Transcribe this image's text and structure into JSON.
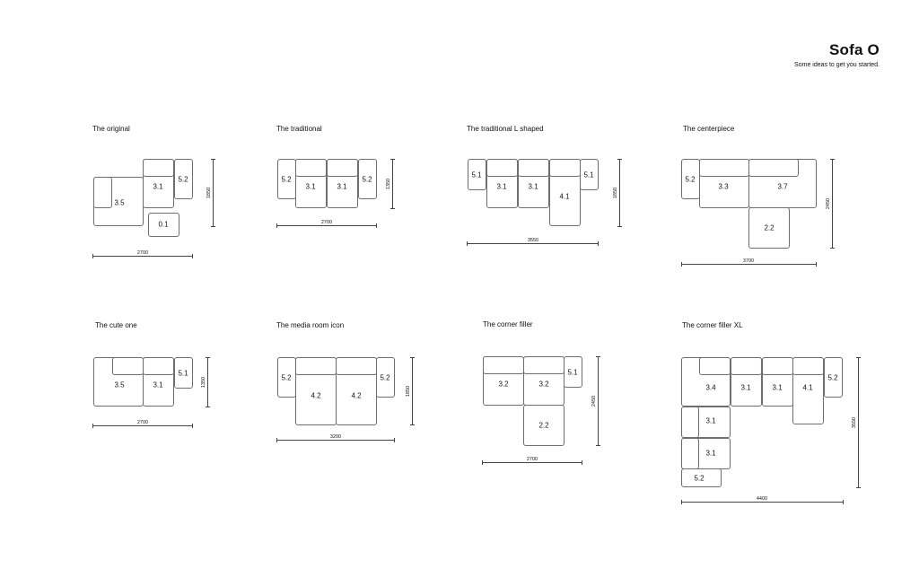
{
  "header": {
    "title": "Sofa O",
    "subtitle": "Some ideas to get you started."
  },
  "configurations": [
    {
      "title": "The original",
      "width_label": "2700",
      "depth_label": "1850"
    },
    {
      "title": "The traditional",
      "width_label": "2700",
      "depth_label": "1350"
    },
    {
      "title": "The traditional L shaped",
      "width_label": "3550",
      "depth_label": "1850"
    },
    {
      "title": "The centerpiece",
      "width_label": "3700",
      "depth_label": "2450"
    },
    {
      "title": "The cute one",
      "width_label": "2700",
      "depth_label": "1350"
    },
    {
      "title": "The media room icon",
      "width_label": "3200",
      "depth_label": "1850"
    },
    {
      "title": "The corner filler",
      "width_label": "2700",
      "depth_label": "2450"
    },
    {
      "title": "The corner filler XL",
      "width_label": "4400",
      "depth_label": "3550"
    }
  ],
  "module_labels": {
    "c0": [
      "3.5",
      "3.1",
      "5.2",
      "0.1"
    ],
    "c1": [
      "5.2",
      "3.1",
      "3.1",
      "5.2"
    ],
    "c2": [
      "5.1",
      "3.1",
      "3.1",
      "4.1",
      "5.1"
    ],
    "c3": [
      "5.2",
      "3.3",
      "3.7",
      "2.2"
    ],
    "c4": [
      "3.5",
      "3.1",
      "5.1"
    ],
    "c5": [
      "5.2",
      "4.2",
      "4.2",
      "5.2"
    ],
    "c6": [
      "3.2",
      "3.2",
      "5.1",
      "2.2"
    ],
    "c7": [
      "3.4",
      "3.1",
      "3.1",
      "4.1",
      "5.2",
      "3.1",
      "3.1",
      "5.2"
    ]
  }
}
